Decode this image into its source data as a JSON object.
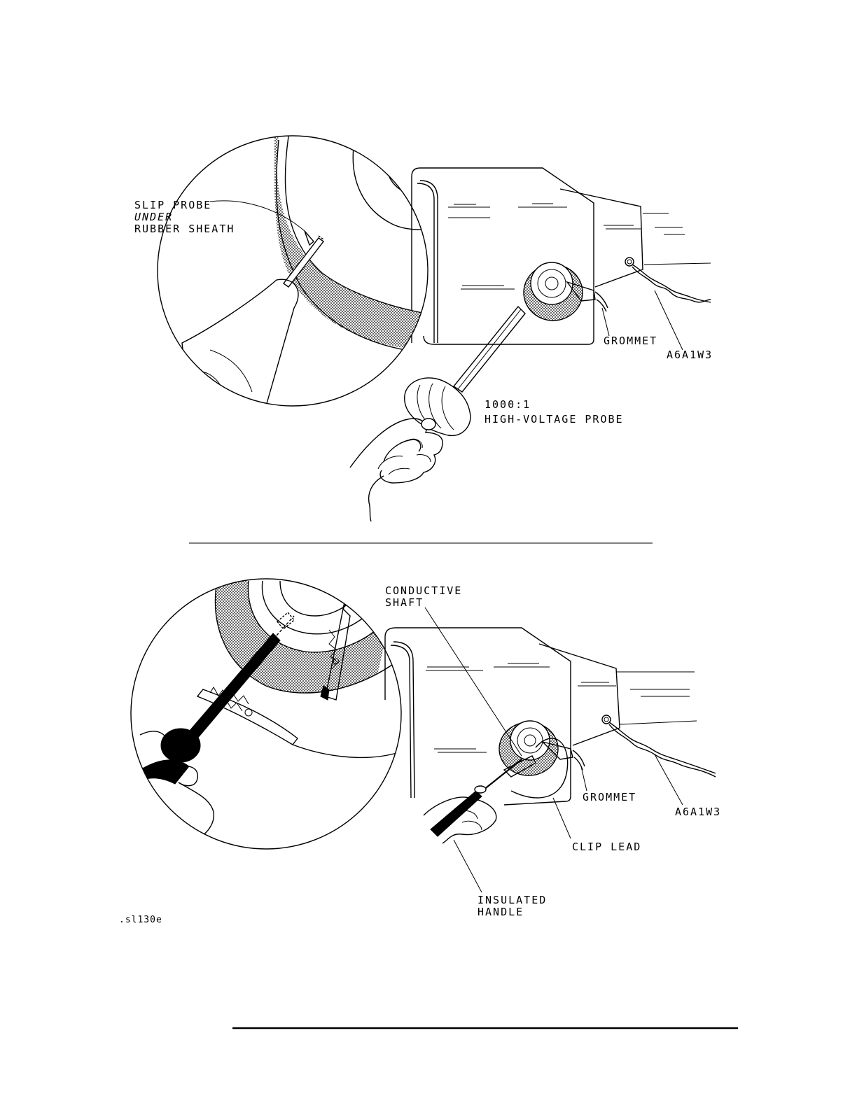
{
  "top_figure": {
    "callout_line1": "SLIP PROBE",
    "callout_line2": "UNDER",
    "callout_line3": "RUBBER SHEATH",
    "grommet": "GROMMET",
    "cable": "A6A1W3",
    "probe_line1": "1000:1",
    "probe_line2": "HIGH-VOLTAGE PROBE"
  },
  "bottom_figure": {
    "shaft_line1": "CONDUCTIVE",
    "shaft_line2": "SHAFT",
    "grommet": "GROMMET",
    "cable": "A6A1W3",
    "clip_lead": "CLIP LEAD",
    "handle_line1": "INSULATED",
    "handle_line2": "HANDLE"
  },
  "figure_id": ".sl130e"
}
